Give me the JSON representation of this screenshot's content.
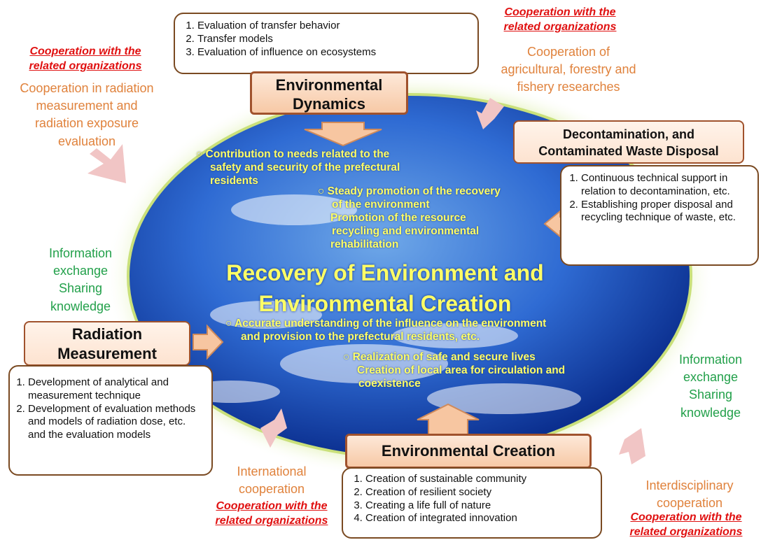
{
  "env_dynamics": {
    "title_line1": "Environmental",
    "title_line2": "Dynamics",
    "items": [
      "Evaluation of  transfer behavior",
      "Transfer models",
      "Evaluation of influence on ecosystems"
    ]
  },
  "decontamination": {
    "title_line1": "Decontamination, and",
    "title_line2": "Contaminated Waste Disposal",
    "items": [
      "Continuous technical support in relation to decontamination, etc.",
      "Establishing proper disposal and recycling technique of waste, etc."
    ]
  },
  "radiation": {
    "title_line1": "Radiation",
    "title_line2": "Measurement",
    "items": [
      "Development of analytical and measurement technique",
      "Development of evaluation methods and models of radiation dose, etc. and the evaluation models"
    ]
  },
  "env_creation": {
    "title": "Environmental Creation",
    "items": [
      "Creation of sustainable community",
      "Creation of resilient society",
      "Creating a life full of nature",
      "Creation of integrated innovation"
    ]
  },
  "center": {
    "title_line1": "Recovery of Environment and",
    "title_line2": "Environmental Creation",
    "b1_line1": "○ Contribution to needs related to the",
    "b1_line2": "safety and security of the prefectural",
    "b1_line3": "residents",
    "b2_line1": "○ Steady promotion of the recovery",
    "b2_line2": "of the environment",
    "b2_line3": "Promotion of the resource",
    "b2_line4": "recycling and environmental",
    "b2_line5": "rehabilitation",
    "b3_line1": "○ Accurate understanding of the influence on the environment",
    "b3_line2": "and provision to the prefectural residents, etc.",
    "b4_line1": "○ Realization of safe and secure lives",
    "b4_line2": "Creation of local area for circulation and",
    "b4_line3": "coexistence"
  },
  "coop_label_line1": "Cooperation with the",
  "coop_label_line2": "related organizations",
  "labels": {
    "tl_line1": "Cooperation in radiation",
    "tl_line2": "measurement and",
    "tl_line3": "radiation exposure",
    "tl_line4": "evaluation",
    "tr_line1": "Cooperation of",
    "tr_line2": "agricultural, forestry and",
    "tr_line3": "fishery researches",
    "bl_line1": "International",
    "bl_line2": "cooperation",
    "br_line1": "Interdisciplinary",
    "br_line2": "cooperation",
    "info_line1": "Information",
    "info_line2": "exchange",
    "info_line3": "Sharing",
    "info_line4": "knowledge"
  },
  "colors": {
    "heading_border": "#a0522d",
    "coop_red": "#e01010",
    "orange_text": "#e0823c",
    "green_text": "#22a04a",
    "center_text": "#ffff66",
    "sky_blue": "#1f57c8"
  }
}
